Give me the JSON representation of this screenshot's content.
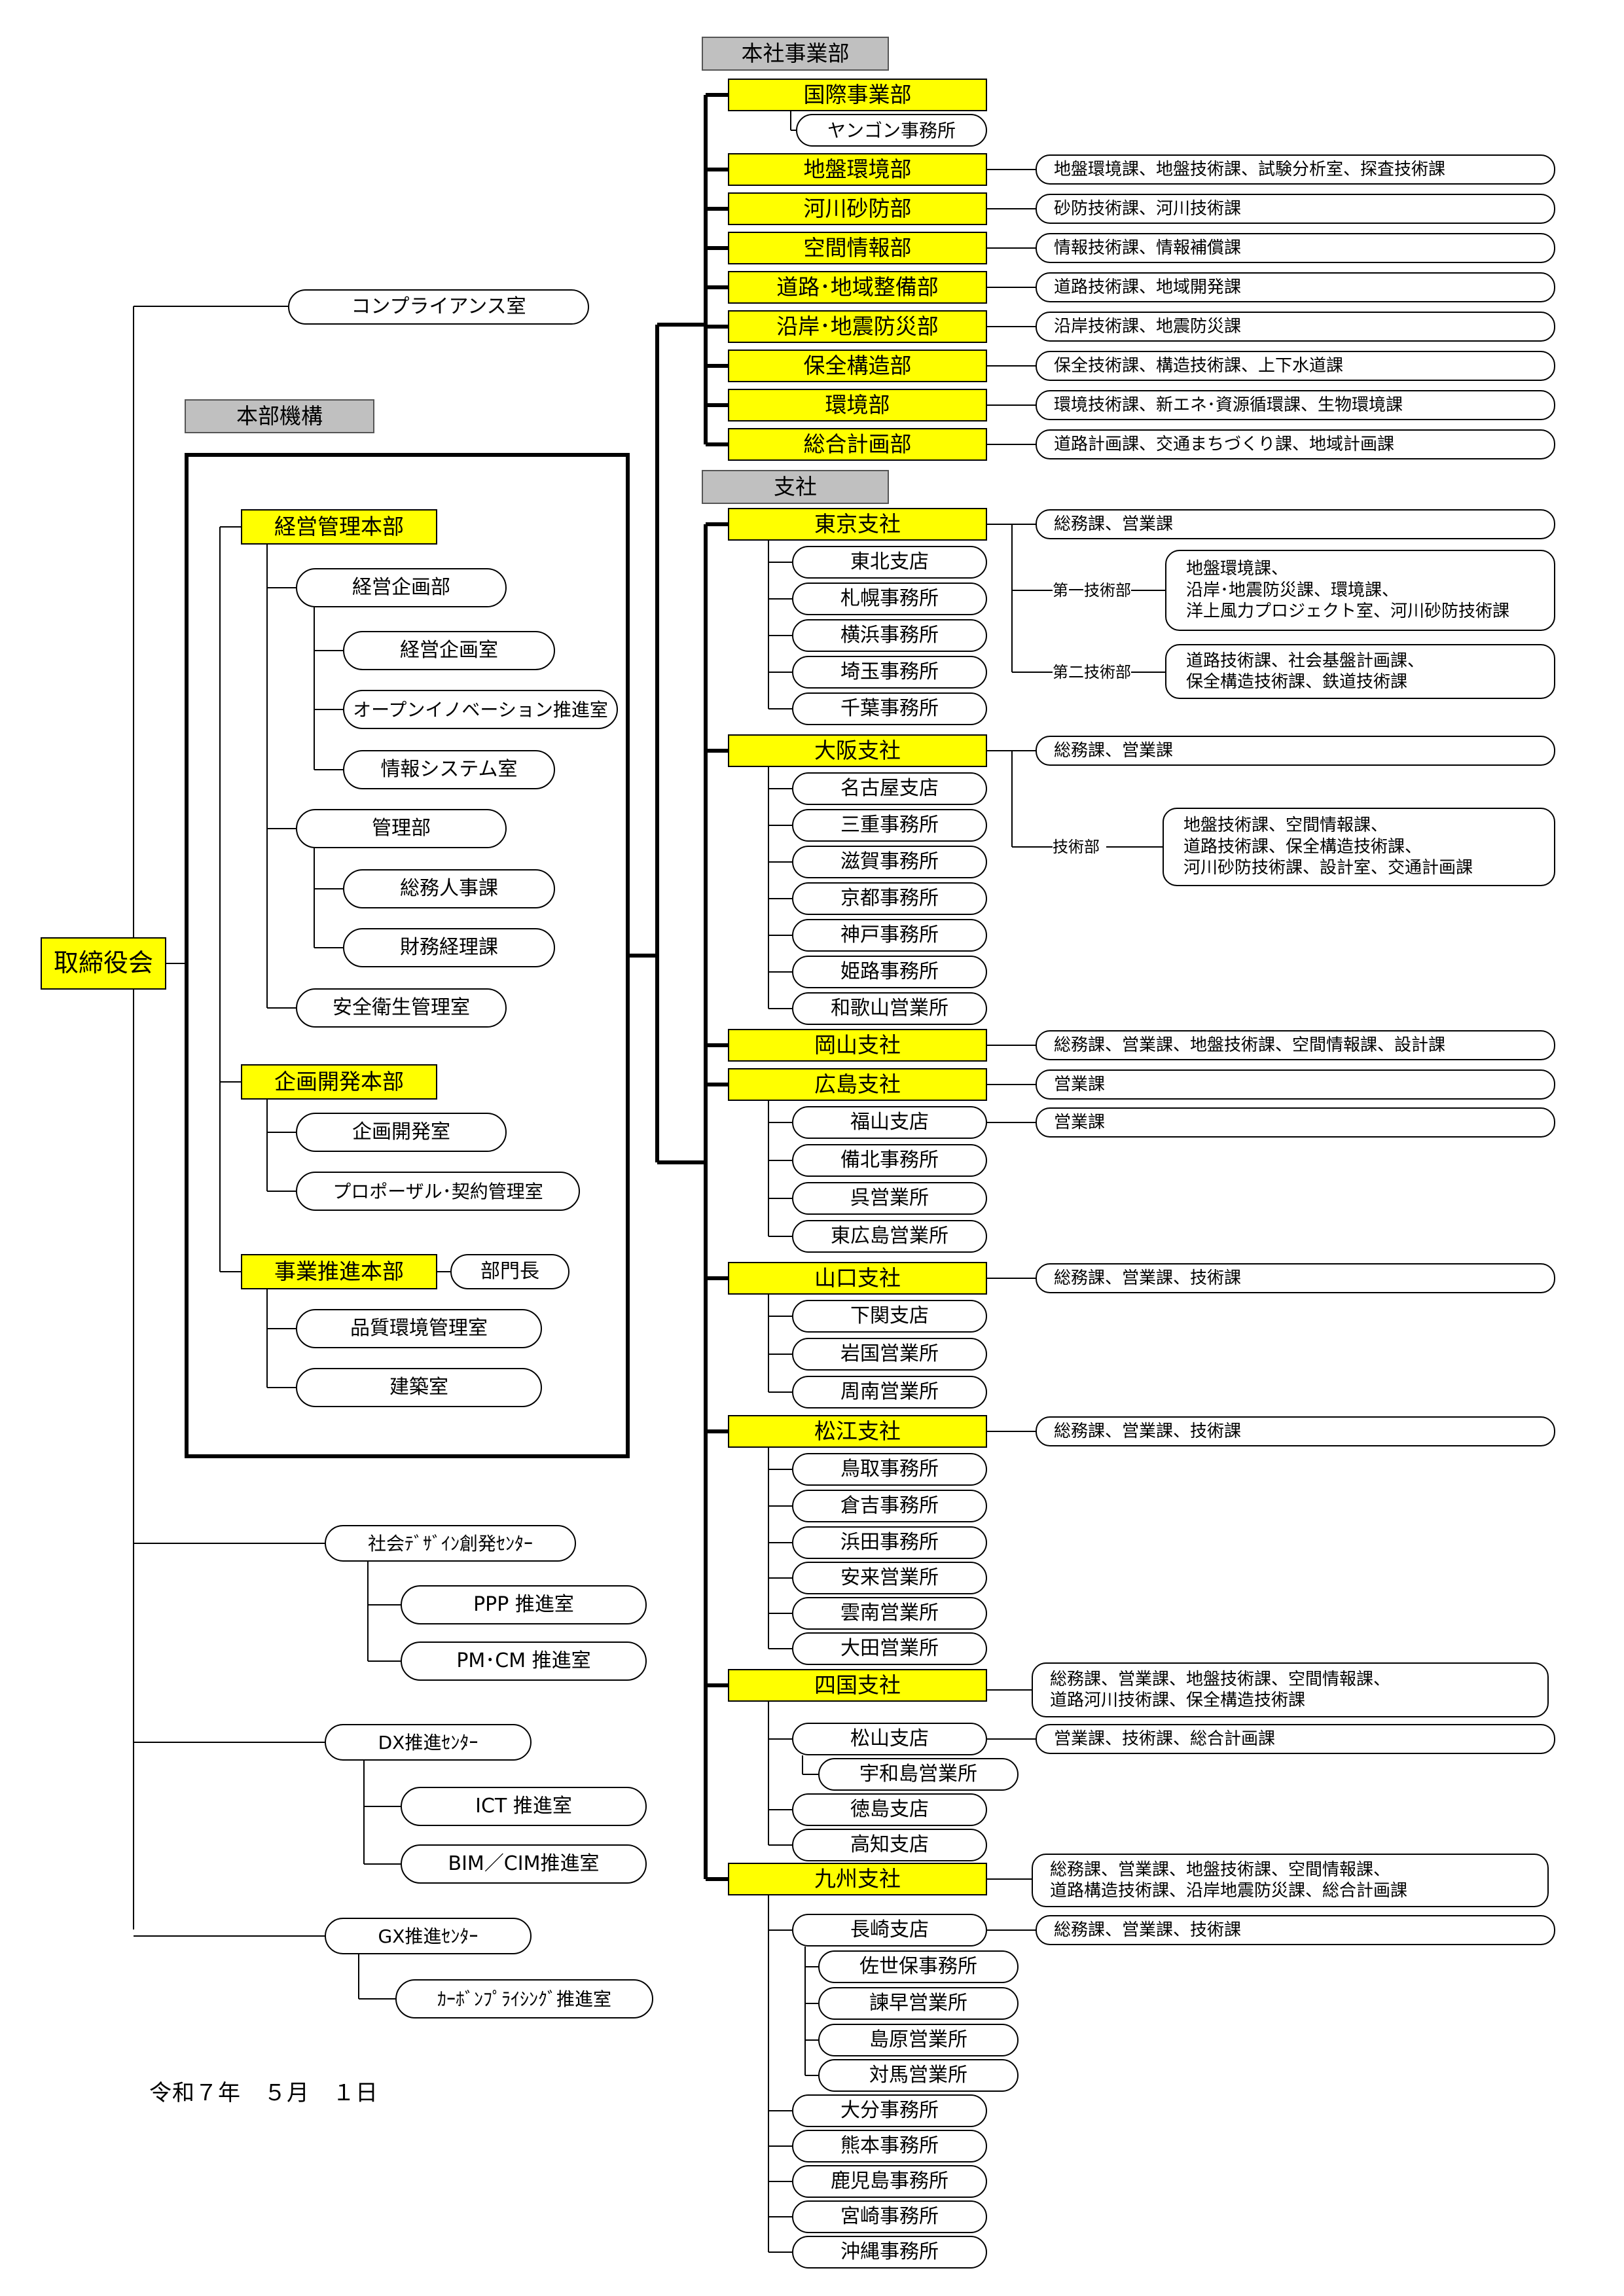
{
  "date": "令和７年　５月　１日",
  "root": "取締役会",
  "head_office": {
    "compliance": "コンプライアンス室",
    "label": "本部機構",
    "hq": [
      {
        "name": "経営管理本部",
        "children": [
          {
            "name": "経営企画部",
            "children": [
              "経営企画室",
              "オープンイノベーション推進室",
              "情報システム室"
            ]
          },
          {
            "name": "管理部",
            "children": [
              "総務人事課",
              "財務経理課"
            ]
          },
          {
            "name": "安全衛生管理室",
            "children": []
          }
        ]
      },
      {
        "name": "企画開発本部",
        "children": [
          {
            "name": "企画開発室",
            "children": []
          },
          {
            "name": "プロポーザル･契約管理室",
            "children": []
          }
        ]
      },
      {
        "name": "事業推進本部",
        "extra": "部門長",
        "children": [
          {
            "name": "品質環境管理室",
            "children": []
          },
          {
            "name": "建築室",
            "children": []
          }
        ]
      }
    ]
  },
  "centers": [
    {
      "name": "社会ﾃﾞｻﾞｲﾝ創発ｾﾝﾀｰ",
      "children": [
        "PPP 推進室",
        "PM･CM 推進室"
      ]
    },
    {
      "name": "DX推進ｾﾝﾀｰ",
      "children": [
        "ICT 推進室",
        "BIM／CIM推進室"
      ]
    },
    {
      "name": "GX推進ｾﾝﾀｰ",
      "children": [
        "ｶｰﾎﾞﾝﾌﾟﾗｲｼﾝｸﾞ推進室"
      ]
    }
  ],
  "business_label": "本社事業部",
  "divisions": [
    {
      "name": "国際事業部",
      "sub": [
        "ヤンゴン事務所"
      ],
      "desc": []
    },
    {
      "name": "地盤環境部",
      "desc": [
        "地盤環境課、地盤技術課、試験分析室、探査技術課"
      ]
    },
    {
      "name": "河川砂防部",
      "desc": [
        "砂防技術課、河川技術課"
      ]
    },
    {
      "name": "空間情報部",
      "desc": [
        "情報技術課、情報補償課"
      ]
    },
    {
      "name": "道路･地域整備部",
      "desc": [
        "道路技術課、地域開発課"
      ]
    },
    {
      "name": "沿岸･地震防災部",
      "desc": [
        "沿岸技術課、地震防災課"
      ]
    },
    {
      "name": "保全構造部",
      "desc": [
        "保全技術課、構造技術課、上下水道課"
      ]
    },
    {
      "name": "環境部",
      "desc": [
        "環境技術課、新エネ･資源循環課、生物環境課"
      ]
    },
    {
      "name": "総合計画部",
      "desc": [
        "道路計画課、交通まちづくり課、地域計画課"
      ]
    }
  ],
  "branch_label": "支社",
  "tokyo": {
    "name": "東京支社",
    "desc": "総務課、営業課",
    "tech1": {
      "name": "第一技術部",
      "lines": [
        "地盤環境課、",
        "沿岸･地震防災課、環境課、",
        "洋上風力プロジェクト室、河川砂防技術課"
      ]
    },
    "tech2": {
      "name": "第二技術部",
      "lines": [
        "道路技術課、社会基盤計画課、",
        "保全構造技術課、鉄道技術課"
      ]
    },
    "offices": [
      "東北支店",
      "札幌事務所",
      "横浜事務所",
      "埼玉事務所",
      "千葉事務所"
    ]
  },
  "osaka": {
    "name": "大阪支社",
    "desc": "総務課、営業課",
    "tech": {
      "name": "技術部",
      "lines": [
        "地盤技術課、空間情報課、",
        "道路技術課、保全構造技術課、",
        "河川砂防技術課、設計室、交通計画課"
      ]
    },
    "offices": [
      "名古屋支店",
      "三重事務所",
      "滋賀事務所",
      "京都事務所",
      "神戸事務所",
      "姫路事務所",
      "和歌山営業所"
    ]
  },
  "okayama": {
    "name": "岡山支社",
    "desc": "総務課、営業課、地盤技術課、空間情報課、設計課"
  },
  "hiroshima": {
    "name": "広島支社",
    "desc": "営業課",
    "offices": [
      {
        "name": "福山支店",
        "desc": "営業課"
      },
      {
        "name": "備北事務所"
      },
      {
        "name": "呉営業所"
      },
      {
        "name": "東広島営業所"
      }
    ]
  },
  "yamaguchi": {
    "name": "山口支社",
    "desc": "総務課、営業課、技術課",
    "offices": [
      "下関支店",
      "岩国営業所",
      "周南営業所"
    ]
  },
  "matsue": {
    "name": "松江支社",
    "desc": "総務課、営業課、技術課",
    "offices": [
      "鳥取事務所",
      "倉吉事務所",
      "浜田事務所",
      "安来営業所",
      "雲南営業所",
      "大田営業所"
    ]
  },
  "shikoku": {
    "name": "四国支社",
    "desc_lines": [
      "総務課、営業課、地盤技術課、空間情報課、",
      "道路河川技術課、保全構造技術課"
    ],
    "matsuyama": {
      "name": "松山支店",
      "desc": "営業課、技術課、総合計画課",
      "sub": "宇和島営業所"
    },
    "offices": [
      "徳島支店",
      "高知支店"
    ]
  },
  "kyushu": {
    "name": "九州支社",
    "desc_lines": [
      "総務課、営業課、地盤技術課、空間情報課、",
      "道路構造技術課、沿岸地震防災課、総合計画課"
    ],
    "nagasaki": {
      "name": "長崎支店",
      "desc": "総務課、営業課、技術課",
      "sub": [
        "佐世保事務所",
        "諫早営業所",
        "島原営業所",
        "対馬営業所"
      ]
    },
    "offices": [
      "大分事務所",
      "熊本事務所",
      "鹿児島事務所",
      "宮崎事務所",
      "沖縄事務所"
    ]
  }
}
